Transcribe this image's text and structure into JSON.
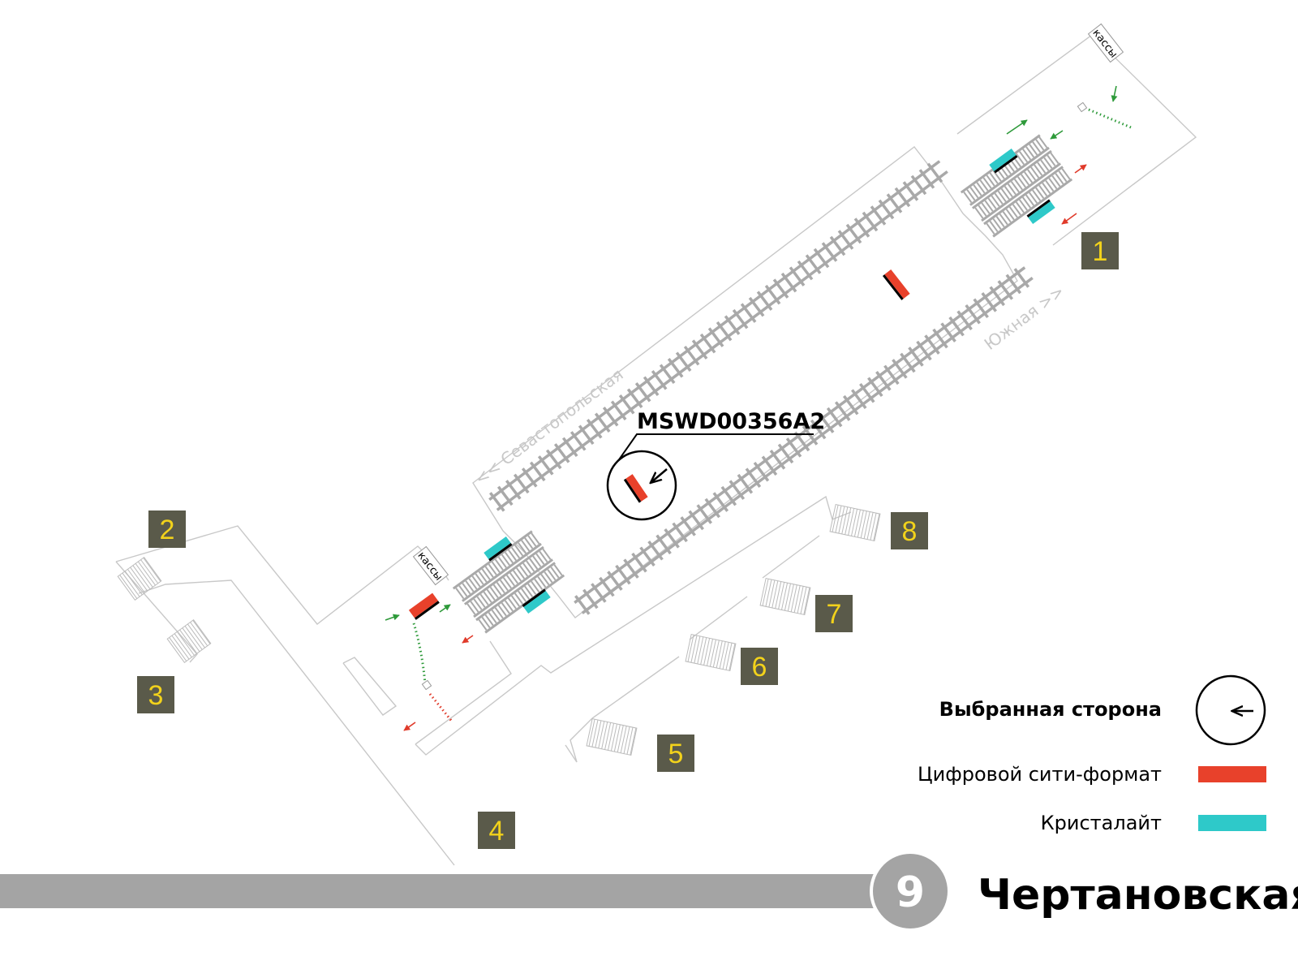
{
  "map": {
    "background_color": "#ffffff",
    "outline_color": "#c8c8c8",
    "track_color": "#a9a9a9",
    "arrow_entry_color": "#2e9a3a",
    "arrow_exit_color": "#e03a2a",
    "label_gray": "#c8c8c8",
    "direction_left": "<< Севастопольская",
    "direction_right": "Южная >>",
    "ticket_office_top": "кассы",
    "ticket_office_bottom": "кассы",
    "selected_panel_id": "MSWD00356A2",
    "selected_side_icon": "arrow-icon"
  },
  "exits": [
    {
      "label": "1",
      "bg": "#5a5a4a",
      "fg": "#f2d21b"
    },
    {
      "label": "2",
      "bg": "#5a5a4a",
      "fg": "#f2d21b"
    },
    {
      "label": "3",
      "bg": "#5a5a4a",
      "fg": "#f2d21b"
    },
    {
      "label": "4",
      "bg": "#5a5a4a",
      "fg": "#f2d21b"
    },
    {
      "label": "5",
      "bg": "#5a5a4a",
      "fg": "#f2d21b"
    },
    {
      "label": "6",
      "bg": "#5a5a4a",
      "fg": "#f2d21b"
    },
    {
      "label": "7",
      "bg": "#5a5a4a",
      "fg": "#f2d21b"
    },
    {
      "label": "8",
      "bg": "#5a5a4a",
      "fg": "#f2d21b"
    }
  ],
  "legend": {
    "selected_side": "Выбранная сторона",
    "digital_city_format": "Цифровой сити-формат",
    "digital_city_format_color": "#e8412b",
    "crystallight": "Кристалайт",
    "crystallight_color": "#2ec9c9"
  },
  "footer": {
    "line_number": "9",
    "line_color": "#a4a4a4",
    "station_name": "Чертановская"
  }
}
